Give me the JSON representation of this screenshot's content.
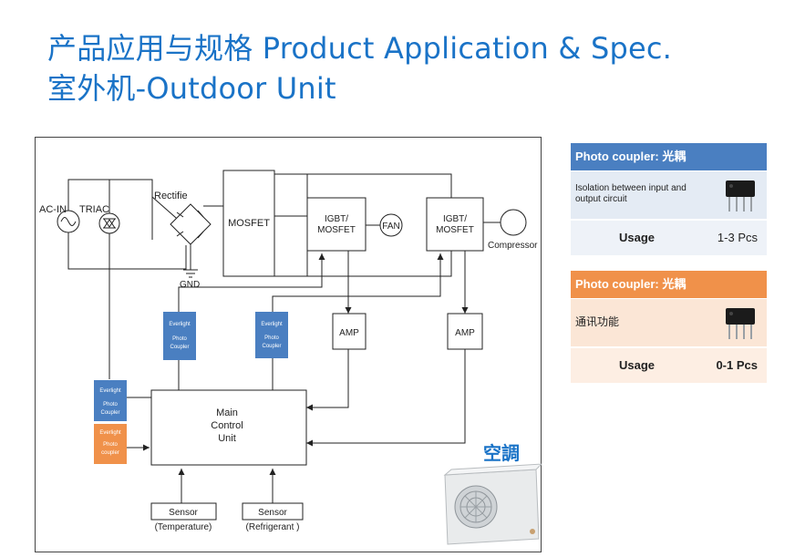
{
  "title": {
    "line1": "产品应用与规格 Product Application & Spec.",
    "line2": "室外机-Outdoor Unit"
  },
  "diagram": {
    "ac_in": "AC-IN",
    "triac": "TRIAC",
    "rectifier": "Rectifie",
    "gnd": "GND",
    "mosfet": "MOSFET",
    "igbt1": [
      "IGBT/",
      "MOSFET"
    ],
    "igbt2": [
      "IGBT/",
      "MOSFET"
    ],
    "fan": "FAN",
    "compressor": "Compressor",
    "amp1": "AMP",
    "amp2": "AMP",
    "main_control": [
      "Main",
      "Control",
      "Unit"
    ],
    "coupler_top1": [
      "Everlight",
      "Photo",
      "Coupler"
    ],
    "coupler_top2": [
      "Everlight",
      "Photo",
      "Coupler"
    ],
    "coupler_left_blue": [
      "Everlight",
      "Photo",
      "Coupler"
    ],
    "coupler_left_orange": [
      "Everlight",
      "Photo",
      "coupler"
    ],
    "sensor1": [
      "Sensor",
      "(Temperature)"
    ],
    "sensor2": [
      "Sensor",
      "(Refrigerant )"
    ],
    "product_label": "空調"
  },
  "panels": [
    {
      "header": "Photo coupler: 光耦",
      "header_color": "#4a7fc1",
      "description": "Isolation between input and output circuit",
      "usage_label": "Usage",
      "usage_value": "1-3 Pcs",
      "icon": "photocoupler-chip-icon"
    },
    {
      "header": "Photo coupler: 光耦",
      "header_color": "#f0914a",
      "description": "通讯功能",
      "usage_label": "Usage",
      "usage_value": "0-1 Pcs",
      "icon": "photocoupler-chip-icon"
    }
  ],
  "colors": {
    "title": "#1a73c7",
    "coupler_blue": "#4a7fc1",
    "coupler_orange": "#f0914a"
  }
}
